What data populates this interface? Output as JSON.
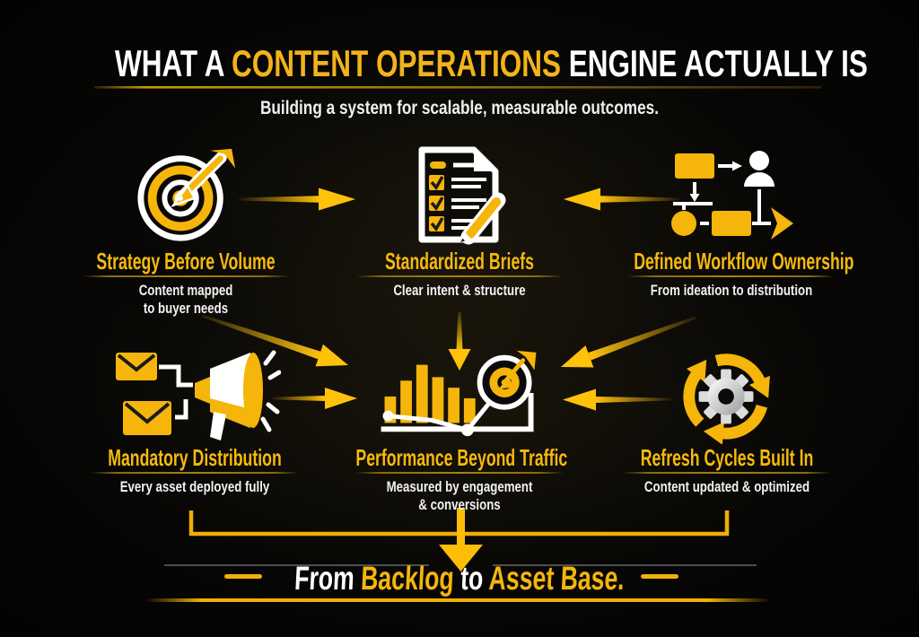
{
  "header": {
    "title_prefix": "WHAT A ",
    "title_highlight": "CONTENT OPERATIONS",
    "title_suffix": " ENGINE ACTUALLY IS",
    "subtitle": "Building a system for scalable, measurable outcomes."
  },
  "nodes": [
    {
      "id": "strategy",
      "icon": "target-dart-icon",
      "title": "Strategy Before Volume",
      "lines": [
        "Content mapped",
        "to buyer needs"
      ]
    },
    {
      "id": "briefs",
      "icon": "document-checklist-icon",
      "title": "Standardized Briefs",
      "lines": [
        "Clear intent & structure"
      ]
    },
    {
      "id": "workflow",
      "icon": "workflow-person-icon",
      "title": "Defined Workflow Ownership",
      "lines": [
        "From ideation to distribution"
      ]
    },
    {
      "id": "distribution",
      "icon": "megaphone-icon",
      "title": "Mandatory Distribution",
      "lines": [
        "Every asset deployed fully"
      ]
    },
    {
      "id": "performance",
      "icon": "chart-target-icon",
      "title": "Performance Beyond Traffic",
      "lines": [
        "Measured by engagement",
        "& conversions"
      ]
    },
    {
      "id": "refresh",
      "icon": "refresh-gear-icon",
      "title": "Refresh Cycles Built In",
      "lines": [
        "Content updated & optimized"
      ]
    }
  ],
  "edges": [
    {
      "from": "strategy",
      "to": "briefs"
    },
    {
      "from": "workflow",
      "to": "briefs"
    },
    {
      "from": "briefs",
      "to": "performance"
    },
    {
      "from": "strategy",
      "to": "performance"
    },
    {
      "from": "workflow",
      "to": "performance"
    },
    {
      "from": "distribution",
      "to": "performance"
    },
    {
      "from": "refresh",
      "to": "performance"
    },
    {
      "from": "distribution",
      "to": "footer"
    },
    {
      "from": "refresh",
      "to": "footer"
    },
    {
      "from": "performance",
      "to": "footer"
    }
  ],
  "footer": {
    "part1": "From ",
    "part2": "Backlog",
    "part3": " to ",
    "part4": "Asset Base."
  },
  "colors": {
    "accent_gold": "#F5B50A",
    "arrow_gold": "#FFC20A",
    "highlight_title": "#F2B31B",
    "white": "#FFFFFF",
    "muted_line": "#4E4E4E",
    "background": "#030303"
  }
}
